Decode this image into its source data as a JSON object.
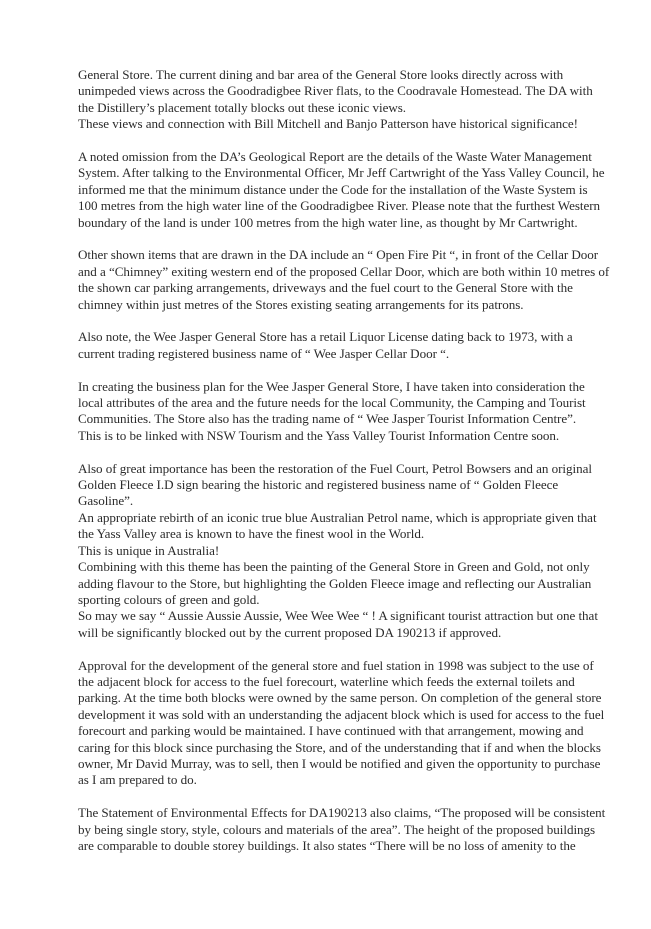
{
  "document": {
    "paragraphs": [
      {
        "lines": [
          "General Store. The current dining and bar area of the General Store looks directly across with",
          "unimpeded views across the Goodradigbee River flats, to the Coodravale Homestead. The DA with",
          "the Distillery’s placement totally blocks out these iconic views.",
          "These views and connection with Bill Mitchell and Banjo Patterson have historical significance!"
        ]
      },
      {
        "lines": [
          "A noted omission from the DA’s Geological Report are the details of the Waste Water Management",
          "System. After talking to the Environmental Officer, Mr Jeff Cartwright of the Yass Valley Council, he",
          "informed me that the minimum distance under the Code for the installation of the Waste System is",
          "100 metres from the high water line of the Goodradigbee River. Please note that the furthest Western",
          "boundary of the land is under 100 metres from the high water line, as thought by Mr Cartwright."
        ]
      },
      {
        "lines": [
          "Other shown items that are drawn in the DA include an “ Open Fire Pit “, in front of the Cellar Door",
          "and a “Chimney” exiting western end of the proposed Cellar Door, which are both within 10 metres of",
          "the shown car parking arrangements, driveways and the fuel court to the General Store with the",
          "chimney within just metres of the Stores existing seating arrangements for its patrons."
        ]
      },
      {
        "lines": [
          "Also note, the Wee Jasper General Store has a retail Liquor License dating back to 1973, with a",
          "current trading registered business name of “ Wee Jasper Cellar Door “."
        ]
      },
      {
        "lines": [
          "In creating the business plan for the Wee Jasper General Store, I have taken into consideration the",
          "local attributes of the area and the future needs for the local Community, the Camping and Tourist",
          "Communities. The Store also has the trading name of “ Wee Jasper Tourist Information Centre”.",
          "This is to be linked with NSW Tourism and the Yass Valley Tourist Information Centre soon."
        ]
      },
      {
        "lines": [
          "Also of great importance has been the restoration of the Fuel Court, Petrol Bowsers and an original",
          "Golden Fleece I.D sign bearing the historic and registered business name of “ Golden Fleece",
          "Gasoline”.",
          "An appropriate rebirth of an iconic true blue Australian Petrol name, which is appropriate given that",
          "the Yass Valley area is known to have the finest wool in the World.",
          "This is unique in Australia!",
          "Combining with this theme has been the painting of the General Store in Green and Gold, not only",
          "adding flavour to the Store, but highlighting the Golden Fleece image and reflecting our Australian",
          "sporting colours of green and gold.",
          "So may we say “ Aussie Aussie Aussie, Wee Wee Wee “ ! A significant tourist attraction but one that",
          "will be significantly blocked out by the current proposed DA 190213 if approved."
        ]
      },
      {
        "lines": [
          "Approval for the development of the general store and fuel station in 1998 was subject to the use of",
          "the adjacent block for access to the fuel forecourt, waterline which feeds the external toilets and",
          "parking. At the time both blocks were owned by the same person. On completion of the general store",
          "development it was sold with an understanding the adjacent block which is used for access to the fuel",
          "forecourt and parking would be maintained. I have continued with that arrangement, mowing and",
          "caring for this block since purchasing the Store, and of the understanding that if and when the blocks",
          "owner, Mr David Murray, was to sell, then I would be notified and given the opportunity to purchase",
          "as I am prepared to do."
        ]
      },
      {
        "lines": [
          "The Statement of Environmental Effects for DA190213 also claims, “The proposed will be consistent",
          "by being single story, style, colours and materials of the area”. The height of the proposed buildings",
          "are comparable to double storey buildings. It also states “There will be no loss of amenity to the"
        ]
      }
    ]
  }
}
